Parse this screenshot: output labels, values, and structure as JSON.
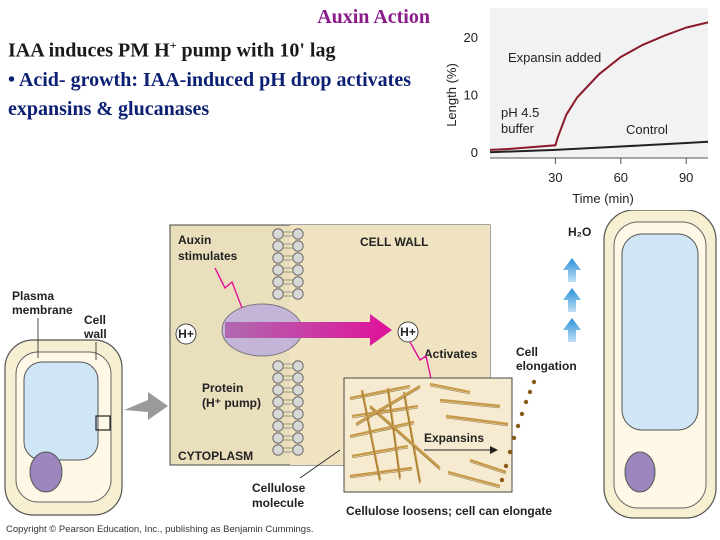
{
  "slide": {
    "title": "Auxin Action",
    "line1_pre": "IAA induces PM H",
    "line1_sup": "+",
    "line1_post": " pump  with 10' lag",
    "bullet_mark": "•",
    "bullet_text": "Acid- growth: IAA-induced pH drop activates expansins & glucanases"
  },
  "chart_data": {
    "type": "line",
    "ylabel": "Length (%)",
    "xlabel": "Time (min)",
    "x_ticks": [
      30,
      60,
      90
    ],
    "y_ticks": [
      0,
      10,
      20
    ],
    "xlim": [
      0,
      100
    ],
    "ylim": [
      -1,
      25
    ],
    "series": [
      {
        "name": "Expansin added",
        "color": "#8b1a2b",
        "x": [
          0,
          10,
          20,
          30,
          31,
          35,
          40,
          50,
          60,
          70,
          80,
          90,
          100
        ],
        "y": [
          0.4,
          0.6,
          0.9,
          1.2,
          2.5,
          6.5,
          9.5,
          13.5,
          16.5,
          18.6,
          20.2,
          21.6,
          22.5
        ]
      },
      {
        "name": "Control",
        "color": "#222222",
        "x": [
          0,
          30,
          60,
          90,
          100
        ],
        "y": [
          0,
          0.4,
          1.0,
          1.6,
          1.8
        ]
      }
    ],
    "annotations": [
      "Expansin added",
      "pH 4.5",
      "buffer",
      "Control"
    ]
  },
  "diagram": {
    "auxin_stimulates": [
      "Auxin",
      "stimulates"
    ],
    "cell_wall": "CELL WALL",
    "h_plus": "H+",
    "activates": "Activates",
    "cell_elongation": [
      "Cell",
      "elongation"
    ],
    "protein": [
      "Protein",
      "(H⁺ pump)"
    ],
    "cytoplasm": "CYTOPLASM",
    "expansins": "Expansins",
    "cellulose_molecule": [
      "Cellulose",
      "molecule"
    ],
    "cellulose_loosens": "Cellulose loosens; cell can elongate",
    "plasma_membrane": [
      "Plasma",
      "membrane"
    ],
    "cell_wall_label": [
      "Cell",
      "wall"
    ],
    "h2o": "H₂O"
  },
  "copyright": "Copyright © Pearson Education, Inc., publishing as Benjamin Cummings."
}
